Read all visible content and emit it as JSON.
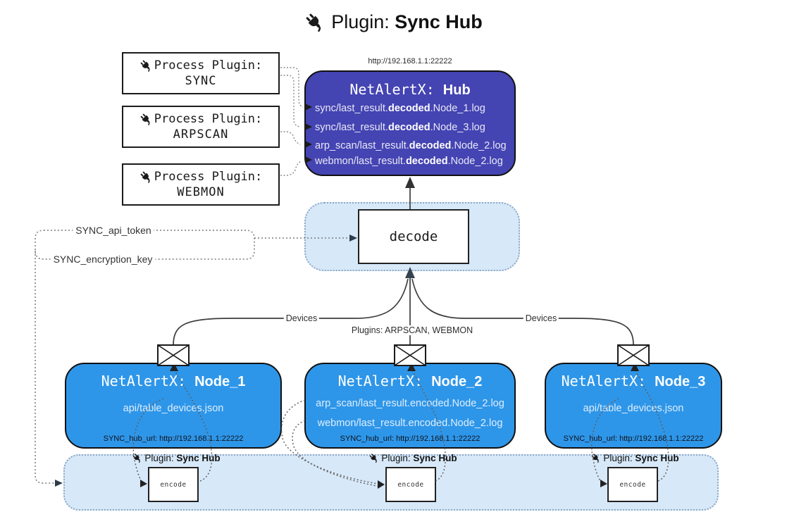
{
  "title": {
    "prefix": "Plugin: ",
    "name": "Sync Hub"
  },
  "process_plugins": [
    {
      "label": "Process Plugin:",
      "name": "SYNC"
    },
    {
      "label": "Process Plugin:",
      "name": "ARPSCAN"
    },
    {
      "label": "Process Plugin:",
      "name": "WEBMON"
    }
  ],
  "hub": {
    "url": "http://192.168.1.1:22222",
    "title_prefix": "NetAlertX: ",
    "title_name": "Hub",
    "logs": [
      {
        "pre": "sync/last_result.",
        "bold": "decoded",
        "post": ".Node_1.log"
      },
      {
        "pre": "sync/last_result.",
        "bold": "decoded",
        "post": ".Node_3.log"
      },
      {
        "pre": "arp_scan/last_result.",
        "bold": "decoded",
        "post": ".Node_2.log"
      },
      {
        "pre": "webmon/last_result.",
        "bold": "decoded",
        "post": ".Node_2.log"
      }
    ]
  },
  "decode": {
    "label": "decode"
  },
  "config": {
    "api_token": "SYNC_api_token",
    "encryption_key": "SYNC_encryption_key"
  },
  "edges": {
    "left": "Devices",
    "middle": "Plugins: ARPSCAN, WEBMON",
    "right": "Devices"
  },
  "nodes": [
    {
      "title_prefix": "NetAlertX: ",
      "title_name": "Node_1",
      "files": [
        "api/table_devices.json"
      ],
      "hub_url": "SYNC_hub_url: http://192.168.1.1:22222"
    },
    {
      "title_prefix": "NetAlertX: ",
      "title_name": "Node_2",
      "files": [
        "arp_scan/last_result.encoded.Node_2.log",
        "webmon/last_result.encoded.Node_2.log"
      ],
      "hub_url": "SYNC_hub_url: http://192.168.1.1:22222"
    },
    {
      "title_prefix": "NetAlertX: ",
      "title_name": "Node_3",
      "files": [
        "api/table_devices.json"
      ],
      "hub_url": "SYNC_hub_url: http://192.168.1.1:22222"
    }
  ],
  "encode_band": {
    "plugin_prefix": "Plugin: ",
    "plugin_name": "Sync Hub",
    "encode_label": "encode"
  },
  "colors": {
    "hub_bg": "#4444b3",
    "node_bg": "#2e96e9",
    "panel_bg": "#d7e8f8",
    "panel_border": "#8ba8c8"
  }
}
